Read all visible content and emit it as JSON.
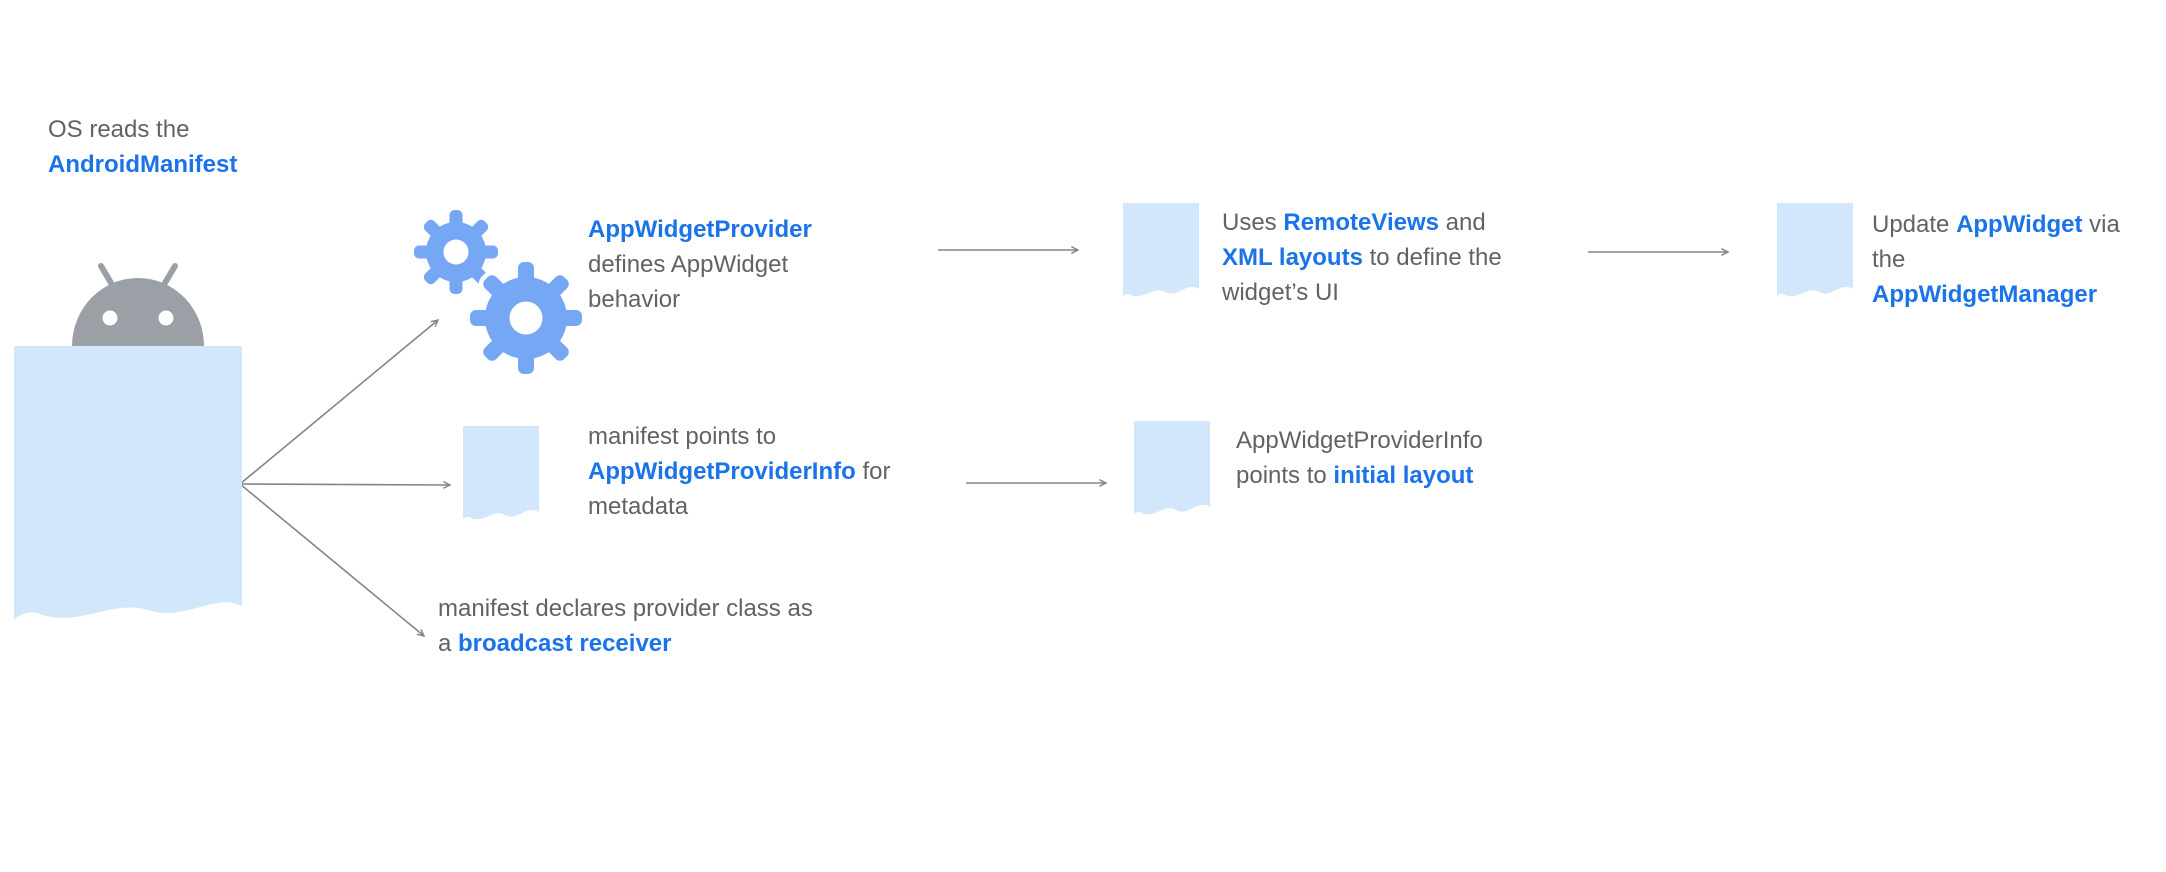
{
  "colors": {
    "link_blue": "#1a73e8",
    "text_gray": "#5f6368",
    "doc_blue": "#d3e7fc",
    "gear_blue": "#76a7f5",
    "robot_gray": "#9aa0a6",
    "arrow_gray": "#80868b"
  },
  "labels": {
    "os_reads": {
      "line1": "OS reads the",
      "line2": "AndroidManifest"
    },
    "provider": {
      "line1": "AppWidgetProvider",
      "line2": "defines AppWidget",
      "line3": "behavior"
    },
    "remote_views": {
      "l1a": "Uses ",
      "l1b": "RemoteViews",
      "l1c": " and",
      "l2a": "XML layouts",
      "l2b": " to define the",
      "l3": "widget’s UI"
    },
    "update_widget": {
      "l1a": "Update ",
      "l1b": "AppWidget",
      "l1c": " via",
      "l2": "the",
      "l3": "AppWidgetManager"
    },
    "provider_info": {
      "l1": "manifest points to",
      "l2a": "AppWidgetProviderInfo",
      "l2b": " for",
      "l3": "metadata"
    },
    "initial_layout": {
      "l1": "AppWidgetProviderInfo",
      "l2a": "points to ",
      "l2b": "initial layout"
    },
    "broadcast_receiver": {
      "l1": "manifest declares provider class as",
      "l2a": "a ",
      "l2b": "broadcast receiver"
    }
  }
}
